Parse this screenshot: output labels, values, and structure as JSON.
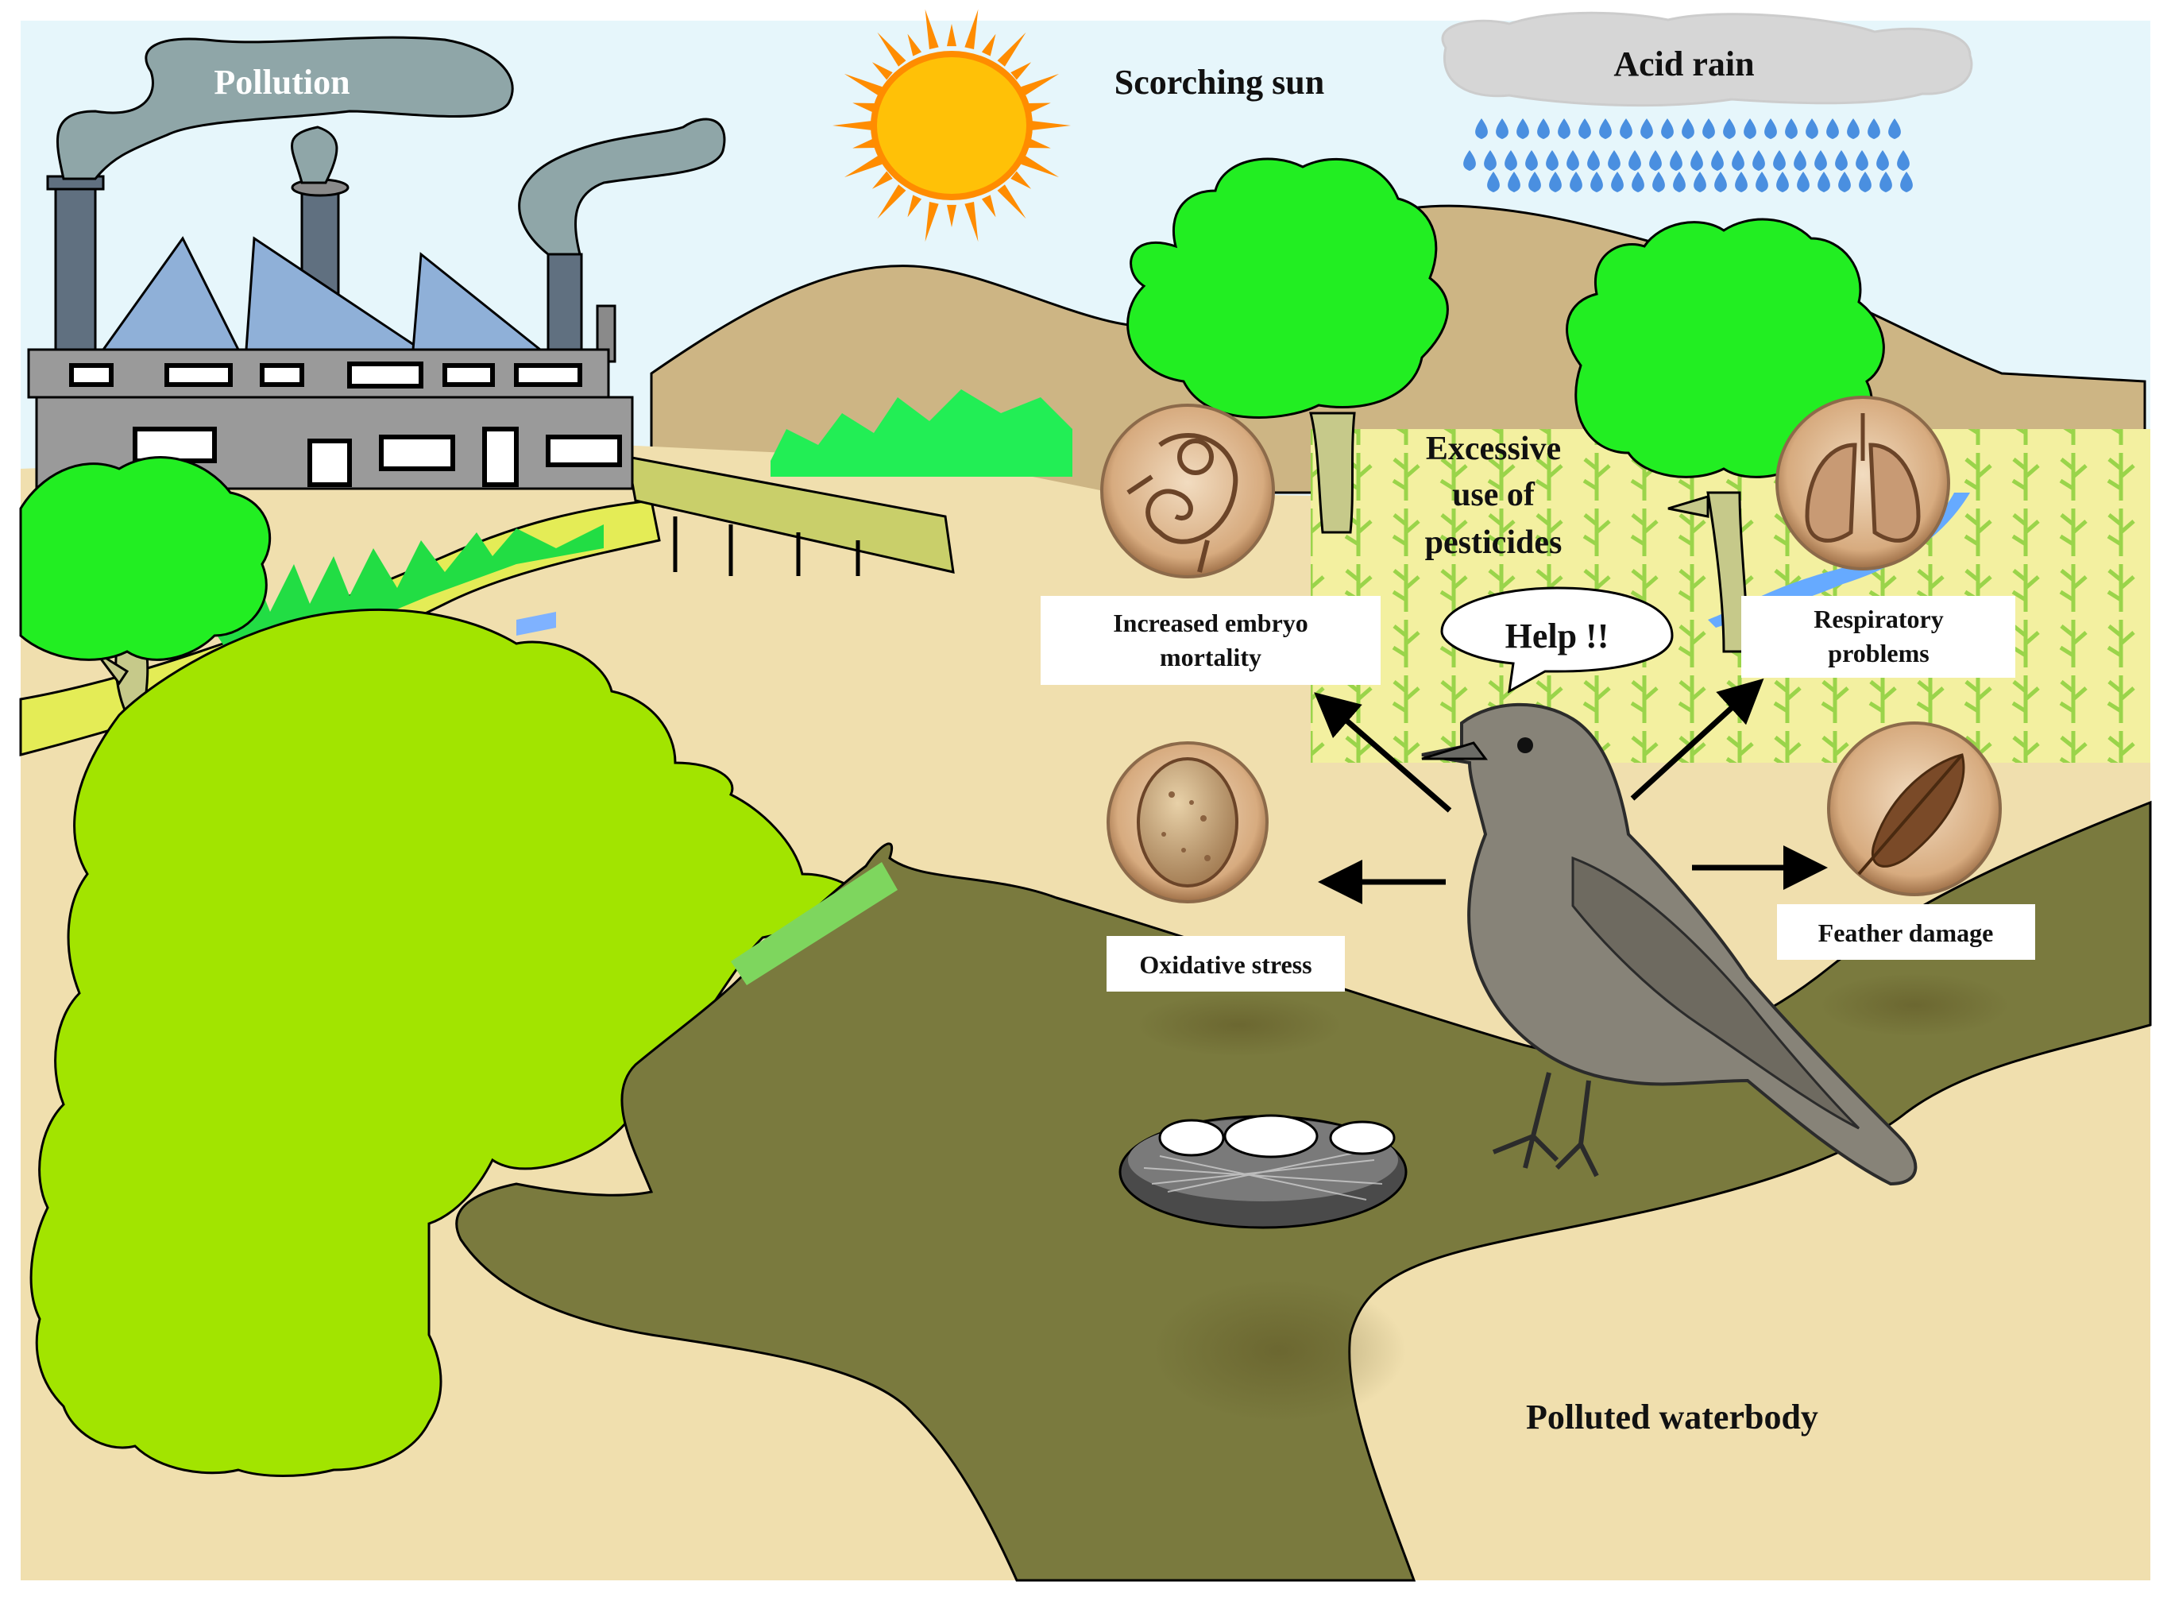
{
  "labels": {
    "pollution": "Pollution",
    "scorching_sun": "Scorching sun",
    "acid_rain": "Acid rain",
    "pesticides_line1": "Excessive",
    "pesticides_line2": "use of",
    "pesticides_line3": "pesticides",
    "help": "Help !!",
    "embryo_line1": "Increased embryo",
    "embryo_line2": "mortality",
    "respiratory_line1": "Respiratory",
    "respiratory_line2": "problems",
    "oxidative": "Oxidative stress",
    "feather": "Feather damage",
    "waterbody": "Polluted waterbody"
  },
  "icons": [
    "factory-icon",
    "smoke-icon",
    "sun-icon",
    "cloud-icon",
    "raindrop-icon",
    "tree-icon",
    "hill-icon",
    "field-icon",
    "embryo-icon",
    "egg-icon",
    "lungs-icon",
    "feather-icon",
    "bird-icon",
    "nest-icon",
    "arrow-icon",
    "speech-bubble-icon"
  ],
  "colors": {
    "sky": "#e6f6fb",
    "ground": "#f0dfae",
    "hill": "#cdb584",
    "tree_green": "#22ee22",
    "waterbody_green": "#a2e400",
    "branch": "#7a7a3e",
    "smoke": "#8fa6a8",
    "factory_wall": "#9a9a9a",
    "factory_roof": "#8fb0d8",
    "sun": "#ffc107",
    "sun_rays": "#ff8c00",
    "rain": "#4a8fe0",
    "badge": "#d9b08a",
    "label_bg": "#ffffff",
    "text": "#111111"
  }
}
